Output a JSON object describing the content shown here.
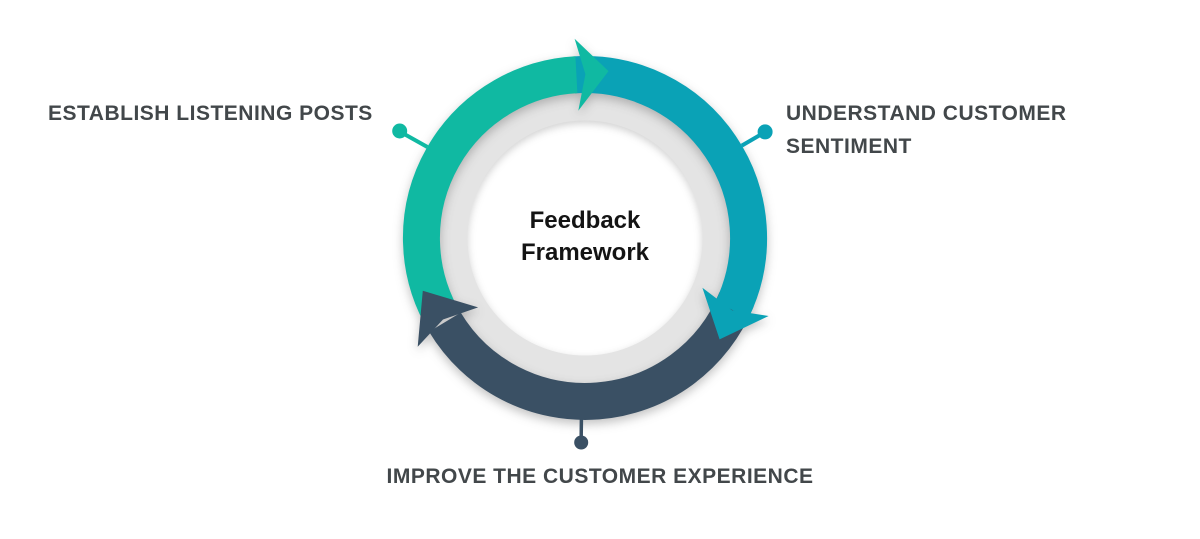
{
  "diagram": {
    "center": {
      "line1": "Feedback",
      "line2": "Framework"
    },
    "steps": [
      {
        "id": "establish",
        "label": "ESTABLISH LISTENING POSTS",
        "color": "#10b9a2"
      },
      {
        "id": "understand",
        "label": "UNDERSTAND CUSTOMER SENTIMENT",
        "color": "#0aa2b6"
      },
      {
        "id": "improve",
        "label": "IMPROVE THE CUSTOMER EXPERIENCE",
        "color": "#3a5064"
      }
    ],
    "track_color": "#e4e4e4",
    "label_color": "#42474a",
    "center_text_color": "#141414",
    "background": "#ffffff"
  }
}
